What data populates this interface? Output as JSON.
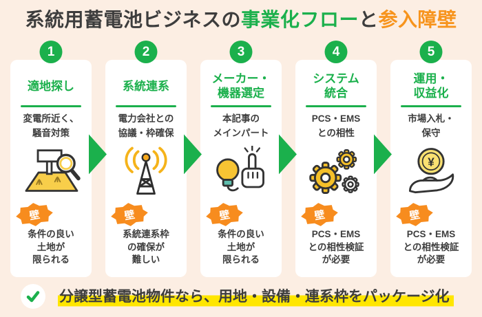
{
  "title": {
    "segments": [
      {
        "text": "系統用蓄電池ビジネスの"
      },
      {
        "text": "事業化フロー"
      },
      {
        "text": "と"
      },
      {
        "text": "参入障壁"
      }
    ]
  },
  "colors": {
    "background": "#fceee3",
    "accent_green": "#1bb04c",
    "accent_orange_badge": "#f78c1e",
    "accent_orange_text": "#f7941d",
    "dark_text": "#3d3d3d",
    "highlight_yellow": "#ffe600",
    "card_white": "#ffffff",
    "icon_yellow": "#f6c337"
  },
  "icons": {
    "coin_symbol": "¥"
  },
  "steps": [
    {
      "number": "1",
      "title": "適地探し",
      "description": "変電所近く、\n騒音対策",
      "icon": "land-search-icon",
      "barrier_label": "壁",
      "barrier_text": "条件の良い\n土地が\n限られる"
    },
    {
      "number": "2",
      "title": "系統連系",
      "description": "電力会社との\n協議・枠確保",
      "icon": "antenna-icon",
      "barrier_label": "壁",
      "barrier_text": "系統連系枠\nの確保が\n難しい"
    },
    {
      "number": "3",
      "title": "メーカー・\n機器選定",
      "description": "本記事の\nメインパート",
      "icon": "idea-hand-icon",
      "barrier_label": "壁",
      "barrier_text": "条件の良い\n土地が\n限られる"
    },
    {
      "number": "4",
      "title": "システム\n統合",
      "description": "PCS・EMS\nとの相性",
      "icon": "gears-icon",
      "barrier_label": "壁",
      "barrier_text": "PCS・EMS\nとの相性検証\nが必要"
    },
    {
      "number": "5",
      "title": "運用・\n収益化",
      "description": "市場入札・\n保守",
      "icon": "coin-hand-icon",
      "barrier_label": "壁",
      "barrier_text": "PCS・EMS\nとの相性検証\nが必要"
    }
  ],
  "footer": {
    "text": "分譲型蓄電池物件なら、用地・設備・連系枠をパッケージ化"
  }
}
